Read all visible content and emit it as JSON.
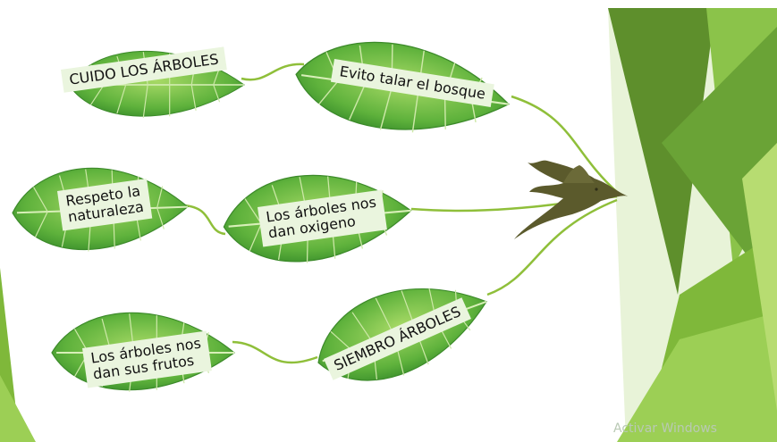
{
  "slide": {
    "leaves": [
      {
        "id": "cuido",
        "label": "CUIDO LOS ÁRBOLES"
      },
      {
        "id": "evito",
        "label": "Evito talar el bosque"
      },
      {
        "id": "respeto",
        "line1": "Respeto la",
        "line2": "naturaleza"
      },
      {
        "id": "oxigeno",
        "line1": "Los árboles nos",
        "line2": "dan oxigeno"
      },
      {
        "id": "frutos",
        "line1": "Los árboles nos",
        "line2": "dan sus frutos"
      },
      {
        "id": "siembro",
        "label": "SIEMBRO ÁRBOLES"
      }
    ],
    "bird_icon": "bird-silhouette-icon",
    "leaf_icon": "leaf-icon",
    "colors": {
      "leaf_light": "#9fd35a",
      "leaf_dark": "#3f9a2e",
      "vein": "#d8efb8",
      "label_bg": "#eaf5de",
      "stem": "#8fbf3a",
      "bird": "#5b5a2c",
      "deco_dark": "#5e8f2c",
      "deco_mid": "#7fb83a",
      "deco_light": "#b7dc71"
    }
  },
  "watermark": "Activar Windows"
}
